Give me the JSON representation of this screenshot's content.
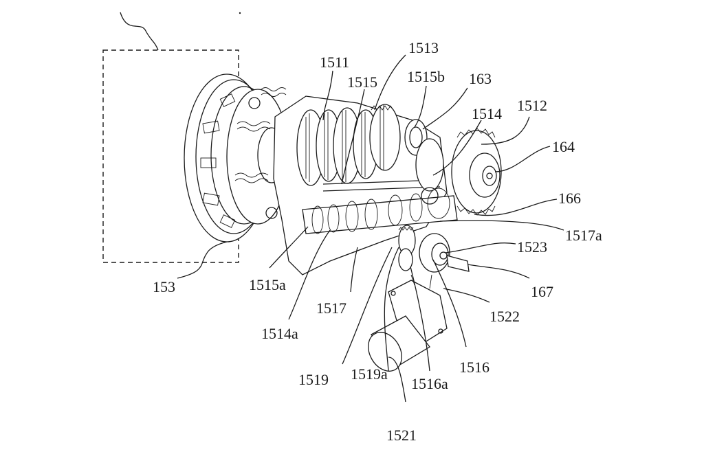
{
  "labels": {
    "l153": "153",
    "l1511": "1511",
    "l1513": "1513",
    "l1515": "1515",
    "l1515b": "1515b",
    "l163": "163",
    "l1514": "1514",
    "l1512": "1512",
    "l164": "164",
    "l166": "166",
    "l1517a": "1517a",
    "l1523": "1523",
    "l167": "167",
    "l1522": "1522",
    "l1516": "1516",
    "l1516a": "1516a",
    "l1519a": "1519a",
    "l1519": "1519",
    "l1521": "1521",
    "l1517": "1517",
    "l1514a": "1514a",
    "l1515a": "1515a"
  }
}
